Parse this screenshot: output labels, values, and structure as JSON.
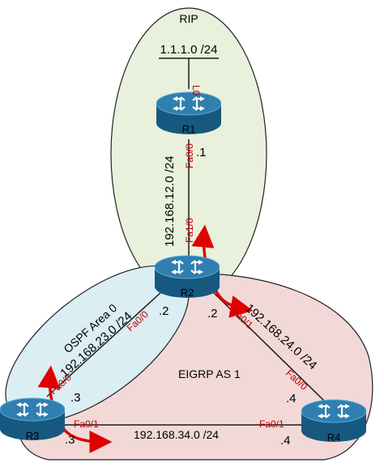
{
  "colors": {
    "rip_area": "#e9f0dc",
    "eigrp_area": "#f2d9d7",
    "ospf_area": "#daeef3",
    "area_outline": "#222222",
    "link": "#1a1a1a",
    "interface_text": "#c00000",
    "arrow": "#e00000",
    "router_top": "#2f7fb0",
    "router_body": "#17587f"
  },
  "areas": {
    "rip": "RIP",
    "ospf": "OSPF Area 0",
    "eigrp": "EIGRP AS 1"
  },
  "networks": {
    "loopback": "1.1.1.0 /24",
    "r1_r2": "192.168.12.0 /24",
    "r2_r3": "192.168.23.0 /24",
    "r2_r4": "192.168.24.0 /24",
    "r3_r4": "192.168.34.0 /24"
  },
  "routers": {
    "r1": {
      "name": "R1",
      "icon": "router-icon"
    },
    "r2": {
      "name": "R2",
      "icon": "router-icon"
    },
    "r3": {
      "name": "R3",
      "icon": "router-icon"
    },
    "r4": {
      "name": "R4",
      "icon": "router-icon"
    }
  },
  "interfaces": {
    "r1_lo": "L0",
    "r1_fa00": "Fa0/0",
    "r2_fa10": "Fa1/0",
    "r2_fa00": "Fa0/0",
    "r2_fa01": "Fa0/1",
    "r3_fa00": "Fa0/0",
    "r3_fa01": "Fa0/1",
    "r4_fa00": "Fa0/0",
    "r4_fa01": "Fa0/1"
  },
  "hosts": {
    "r1_r2_side": ".1",
    "r2_to_r3": ".2",
    "r2_to_r4": ".2",
    "r3_to_r2": ".3",
    "r3_to_r4": ".3",
    "r4_to_r2": ".4",
    "r4_to_r3": ".4"
  }
}
